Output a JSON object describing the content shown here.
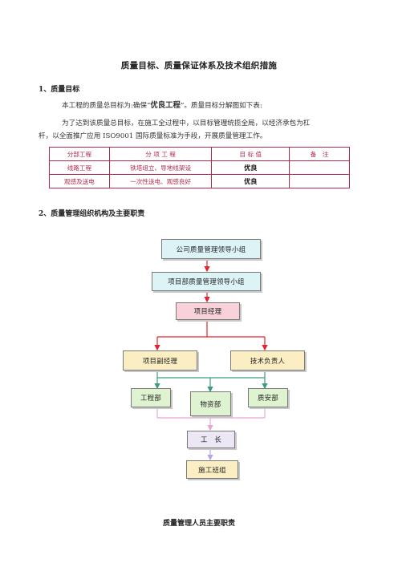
{
  "doc": {
    "title": "质量目标、质量保证体系及技术组织措施",
    "section1": "1、质量目标",
    "para1_pre": "本工程的质量总目标为:确保“",
    "para1_em": "优良工程",
    "para1_post": "”。质量目标分解图如下表:",
    "para2_line1": "为了达到该质量总目标，在施工全过程中，以目标管理统揽全局，以经济承包为杠",
    "para2_line2": "杆，以全面推广应用 ISO9001 国际质量标准为手段，开展质量管理工作。",
    "section2": "2、质量管理组织机构及主要职责",
    "footer": "质量管理人员主要职责"
  },
  "table": {
    "headers": [
      "分部工程",
      "分 项 工 程",
      "目 标 值",
      "备　注"
    ],
    "rows": [
      [
        "线路工程",
        "铁塔组立、导地线架设",
        "优良",
        ""
      ],
      [
        "观感及送电",
        "一次性送电、观感良好",
        "优良",
        ""
      ]
    ]
  },
  "org": {
    "company": "公司质量管理领导小组",
    "project_group": "项目部质量管理领导小组",
    "manager": "项目经理",
    "deputy": "项目副经理",
    "tech": "技术负责人",
    "eng_dept": "工程部",
    "material_dept": "物资部",
    "qs_dept": "质安部",
    "foreman": "工　长",
    "team": "施工班组"
  },
  "colors": {
    "red_line": "#e0232f",
    "green_line": "#3e9b7e",
    "pink_line": "#e6a7d6",
    "lav_line": "#b9a5de"
  }
}
